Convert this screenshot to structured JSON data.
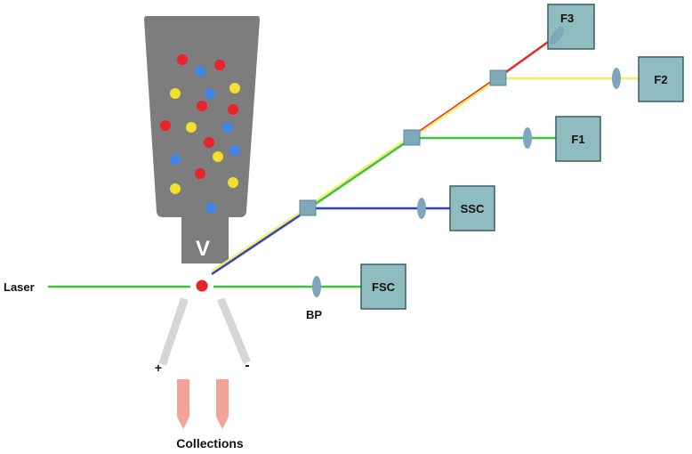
{
  "labels": {
    "laser": "Laser",
    "bp": "BP",
    "collections": "Collections",
    "plus": "+",
    "minus": "-",
    "nozzle": "V"
  },
  "detectors": [
    {
      "id": "F3",
      "label": "F3"
    },
    {
      "id": "F2",
      "label": "F2"
    },
    {
      "id": "F1",
      "label": "F1"
    },
    {
      "id": "SSC",
      "label": "SSC"
    },
    {
      "id": "FSC",
      "label": "FSC"
    }
  ],
  "colors": {
    "laser_line": "#39c43a",
    "ssc_line": "#2f3fd0",
    "f1_line": "#39c43a",
    "f2_line": "#f2ee68",
    "f3_line": "#e52b1e",
    "sample_red": "#e8232a",
    "sample_blue": "#3f86e8",
    "sample_yellow": "#f1e02c",
    "nozzle_body": "#7d7d7d",
    "deflection_plate": "#d6d6d6",
    "collection_tube": "#f2a49b",
    "detector_box": "#8fbcbf",
    "lens": "#7ea6bd"
  },
  "icons": {
    "cell_droplet": "red-dot",
    "detector": "teal-square",
    "splitter": "small-square",
    "lens": "ellipse"
  }
}
